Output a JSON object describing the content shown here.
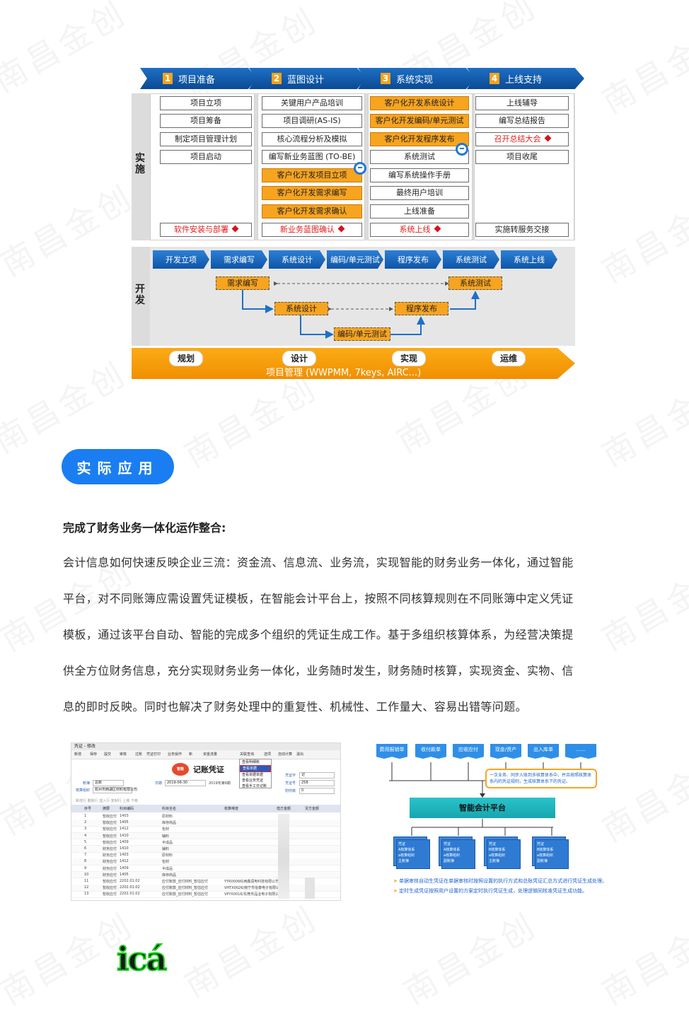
{
  "watermark": "南昌金创",
  "diagram": {
    "phases": [
      {
        "num": "1",
        "label": "项目准备"
      },
      {
        "num": "2",
        "label": "蓝图设计"
      },
      {
        "num": "3",
        "label": "系统实现"
      },
      {
        "num": "4",
        "label": "上线支持"
      }
    ],
    "implementation_label": "实施",
    "development_label": "开发",
    "col1": [
      "项目立项",
      "项目筹备",
      "制定项目管理计划",
      "项目启动"
    ],
    "col1_last": "软件安装与部署",
    "col2": [
      "关键用户产品培训",
      "项目调研(AS-IS)",
      "核心流程分析及模拟",
      "编写新业务蓝图 (TO-BE)",
      "客户化开发项目立项",
      "客户化开发需求编写",
      "客户化开发需求确认"
    ],
    "col2_last": "新业务蓝图确认",
    "col3": [
      "客户化开发系统设计",
      "客户化开发编码/单元测试",
      "客户化开发程序发布",
      "系统测试",
      "编写系统操作手册",
      "最终用户培训",
      "上线准备"
    ],
    "col3_last": "系统上线",
    "col4": [
      "上线辅导",
      "编写总结报告",
      "召开总结大会",
      "项目收尾"
    ],
    "col4_last": "实施转服务交接",
    "dev_chevrons": [
      "开发立项",
      "需求编写",
      "系统设计",
      "编码/单元测试",
      "程序发布",
      "系统测试",
      "系统上线"
    ],
    "dev_flow": [
      "需求编写",
      "系统测试",
      "系统设计",
      "程序发布",
      "编码/单元测试"
    ],
    "pm_stages": [
      "规划",
      "设计",
      "实现",
      "运维"
    ],
    "pm_text": "项目管理 (WWPMM, 7keys, AIRC...)"
  },
  "section": {
    "title": "实际应用",
    "heading": "完成了财务业务一体化运作整合:",
    "paragraph_lines": [
      "会计信息如何快速反映企业三流：资金流、信息流、业务流，实现智能的财务业务一体化，通过智能",
      "平台，对不同账簿应需设置凭证模板，在智能会计平台上，按照不同核算规则在不同账簿中定义凭证",
      "模板，通过该平台自动、智能的完成多个组织的凭证生成工作。基于多组织核算体系，为经营决策提",
      "供全方位财务信息，充分实现财务业务一体化，业务随时发生，财务随时核算，实现资金、实物、信",
      "息的即时反映。同时也解决了财务处理中的重复性、机械性、工作量大、容易出错等问题。"
    ]
  },
  "voucher_shot": {
    "window_title": "凭证 - 修改",
    "toolbar": [
      "新增",
      "保存",
      "提交",
      "审核",
      "过账",
      "凭证打印",
      "业务操作",
      "新",
      "资金流量",
      "关联查询",
      "选项",
      "自动计算",
      "退出"
    ],
    "menu": [
      "查看明细账",
      "查看单据",
      "查看单据单据",
      "查看业务凭证",
      "查看手工日记账"
    ],
    "badge": "智能",
    "voucher_title": "记账凭证",
    "book_label": "账簿",
    "book_value": "总账",
    "org_label": "核算组织",
    "org_value": "杭州市西湖区材料有限公司",
    "date_label": "日期",
    "date_value": "2019-06-30",
    "period_value": "2019年第6期",
    "word_label": "凭证字",
    "word_value": "记",
    "no_label": "凭证号",
    "no_value": "258",
    "attach_label": "附件数",
    "attach_value": "0",
    "subbar": "新增行  删除行  插入行  复制行  上移  下移",
    "columns": [
      "序号",
      "摘要",
      "科目编码",
      "科目全名",
      "核算维度",
      "借方金额",
      "贷方金额"
    ],
    "rows": [
      [
        "1",
        "暂收应付",
        "1403",
        "原材料",
        ""
      ],
      [
        "2",
        "暂收应付",
        "1405",
        "库存商品",
        ""
      ],
      [
        "3",
        "暂收应付",
        "1412",
        "包材",
        ""
      ],
      [
        "4",
        "暂收应付",
        "1410",
        "辅料",
        ""
      ],
      [
        "5",
        "暂收应付",
        "1409",
        "半成品",
        ""
      ],
      [
        "6",
        "财务应付",
        "1410",
        "辅料",
        ""
      ],
      [
        "7",
        "财务应付",
        "1403",
        "原材料",
        ""
      ],
      [
        "8",
        "财务应付",
        "1412",
        "包材",
        ""
      ],
      [
        "9",
        "财务应付",
        "1409",
        "半成品",
        ""
      ],
      [
        "10",
        "财务应付",
        "1405",
        "库存商品",
        ""
      ],
      [
        "11",
        "暂收应付",
        "2202.01.02",
        "应付账款_应付材料_暂估应付",
        "YYR0006红西鑫润电科技有限公司"
      ],
      [
        "12",
        "暂收应付",
        "2202.01.02",
        "应付账款_应付材料_暂估应付",
        "VHTX0026/南宁市信泰电子有限公司"
      ],
      [
        "13",
        "暂收应付",
        "2202.01.02",
        "应付账款_应付材料_暂估应付",
        "VPYX0016/东莞市品业电子有限公司"
      ]
    ]
  },
  "platform_shot": {
    "top_items": [
      "费用报销单",
      "收付款单",
      "应收应付",
      "现金/资产",
      "出入库单",
      "......"
    ],
    "note": "一次业务、同步入账到多核算体系中，并且按照核算体系内的凭证规则，生成核算体系下的凭证。",
    "platform": "智能会计平台",
    "stacks": [
      {
        "title": "凭证",
        "items": [
          "A核算体系",
          "a核算组织",
          "主账簿"
        ]
      },
      {
        "title": "凭证",
        "items": [
          "A核算体系",
          "a核算组织",
          "副账簿"
        ]
      },
      {
        "title": "凭证",
        "items": [
          "B核算体系",
          "a核算组织",
          "主账簿"
        ]
      },
      {
        "title": "凭证",
        "items": [
          "B核算体系",
          "a核算组织",
          "副账簿"
        ]
      }
    ],
    "bullets": [
      "单据审核自动生凭证在单据审核时按照设置的执行方式和总账凭证汇总方式进行凭证生成处理。",
      "定时生成凭证按照用户设置的方案定时执行凭证生成，处理逻辑同核准凭证生成功能。"
    ]
  },
  "footer_logo": "icá"
}
